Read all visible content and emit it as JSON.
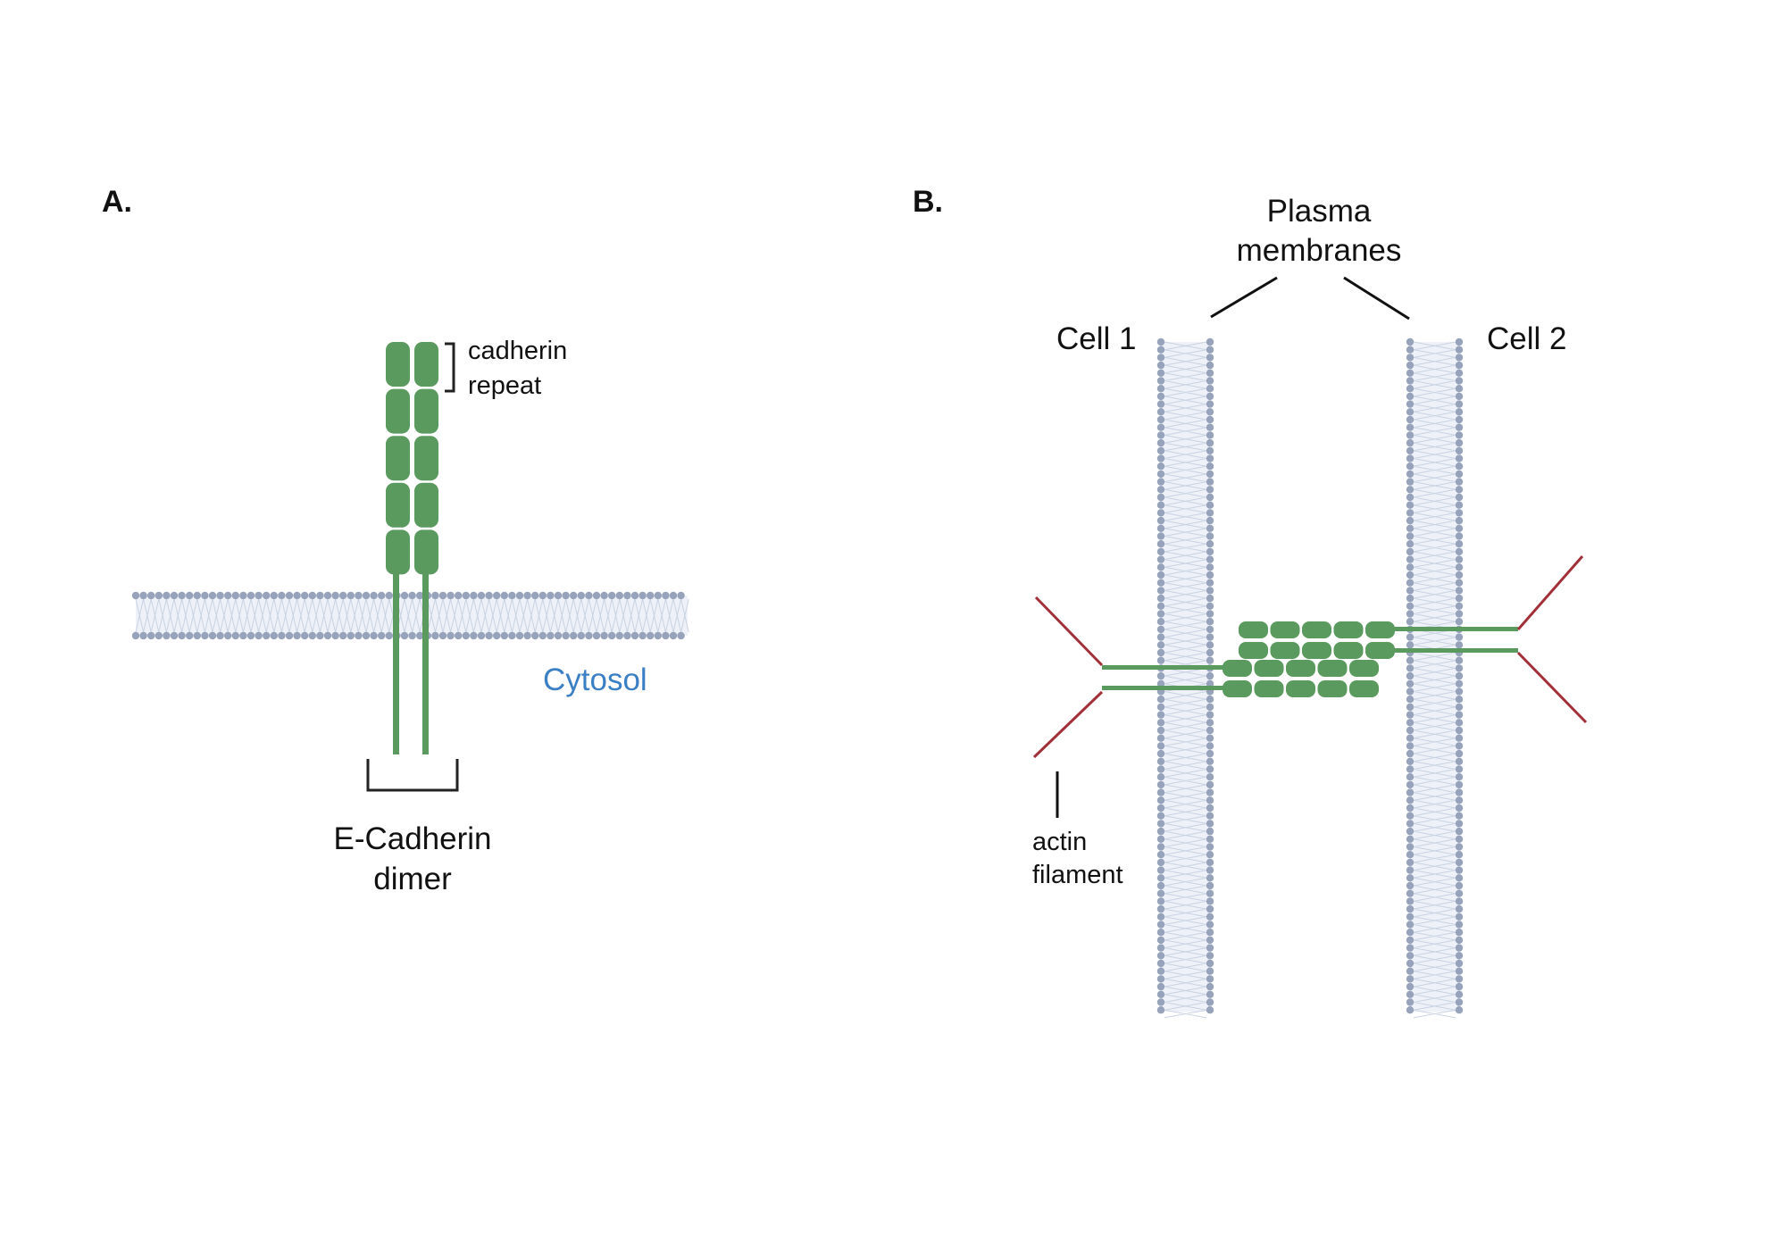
{
  "panel_a": {
    "label": "A.",
    "repeat_label_line1": "cadherin",
    "repeat_label_line2": "repeat",
    "cytosol_label": "Cytosol",
    "dimer_label_line1": "E-Cadherin",
    "dimer_label_line2": "dimer"
  },
  "panel_b": {
    "label": "B.",
    "membranes_label_line1": "Plasma",
    "membranes_label_line2": "membranes",
    "cell1_label": "Cell 1",
    "cell2_label": "Cell 2",
    "actin_label_line1": "actin",
    "actin_label_line2": "filament"
  },
  "colors": {
    "cadherin": "#5a9a5e",
    "lipid_head": "#96a3bb",
    "lipid_tail": "#c9d2e2",
    "bilayer_fill": "#eef2f8",
    "actin": "#a23039",
    "cytosol_text": "#3b7fc4",
    "bracket": "#222222"
  }
}
